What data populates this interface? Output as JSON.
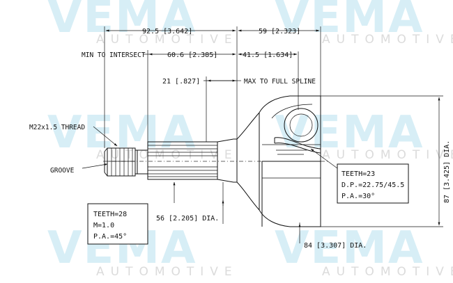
{
  "watermark": {
    "brand": "VEMA",
    "sub": "AUTOMOTIVE",
    "accent_color": "#8fd0e6"
  },
  "dimensions": {
    "d1": "92.5 [3.642]",
    "d2": "59 [2.323]",
    "min_intersect": "MIN TO INTERSECT",
    "d3": "60.6 [2.385]",
    "d4": "41.5 [1.634]",
    "d5": "21 [.827]",
    "max_spline": "MAX TO FULL SPLINE",
    "thread": "M22x1.5 THREAD",
    "groove": "GROOVE",
    "dia56": "56 [2.205] DIA.",
    "dia84": "84 [3.307] DIA.",
    "dia87": "87 [3.425] DIA."
  },
  "spec_left": {
    "line1": "TEETH=28",
    "line2": "M=1.0",
    "line3": "P.A.=45°"
  },
  "spec_right": {
    "line1": "TEETH=23",
    "line2": "D.P.=22.75/45.5",
    "line3": "P.A.=30°"
  }
}
